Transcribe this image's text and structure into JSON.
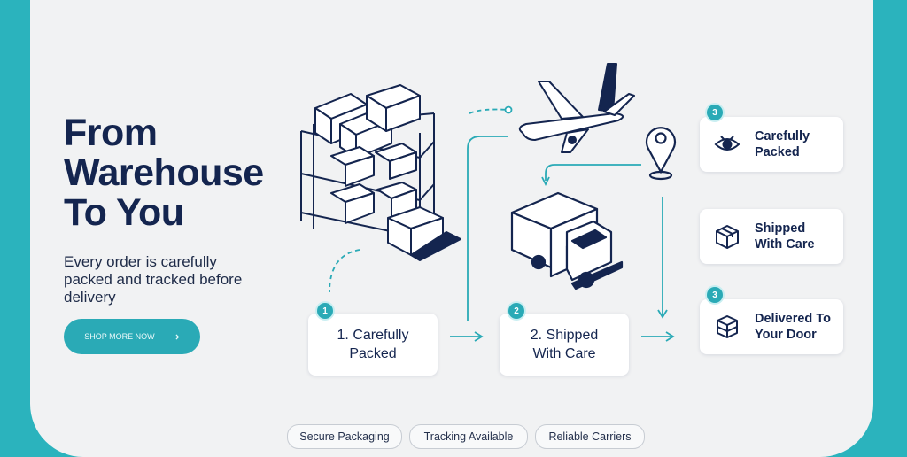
{
  "hero": {
    "title_lines": [
      "From",
      "Warehouse",
      "To You"
    ],
    "subtitle": "Every order is carefully packed and tracked before delivery",
    "cta_label": "SHOP MORE NOW",
    "cta_arrow": "⟶"
  },
  "steps": [
    {
      "badge": "1",
      "label": "1. Carefully Packed"
    },
    {
      "badge": "2",
      "label": "2. Shipped With Care"
    }
  ],
  "sidebar": [
    {
      "badge": "3",
      "label": "Carefully Packed",
      "icon": "eye-icon"
    },
    {
      "label": "Shipped With Care",
      "icon": "box-icon"
    },
    {
      "badge": "3",
      "label": "Delivered To Your Door",
      "icon": "stacked-boxes-icon"
    }
  ],
  "chips": [
    "Secure Packaging",
    "Tracking Available",
    "Reliable Carriers"
  ],
  "colors": {
    "accent": "#2aaab6",
    "navy": "#14254f",
    "background": "#f1f2f3",
    "frame": "#2bb3bd"
  }
}
